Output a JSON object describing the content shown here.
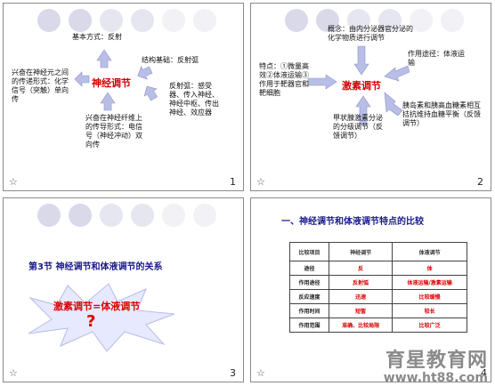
{
  "slide1": {
    "center": "神经调节",
    "basic_mode": "基本方式：反射",
    "structure_basis": "结构基础：反射弧",
    "reflex_arc": "反射弧：感受器、传入神经、神经中枢、传出神经、效应器",
    "left_text": "兴奋在神经元之间的传递形式：化学信号（突触）单向传",
    "bottom_text": "兴奋在神经纤维上的传导形式：电信号（神经冲动）双向传",
    "number": "1"
  },
  "slide2": {
    "center": "激素调节",
    "top_text": "概念：由内分泌器官分泌的化学物质进行调节",
    "right_top_text": "作用途径：体液运输",
    "left_text": "特点：①微量高效②体液运输③作用于靶器官和靶细胞",
    "bottom_text": "甲状腺激素分泌的分级调节（反馈调节）",
    "right_bottom_text": "胰岛素和胰高血糖素相互拮抗维持血糖平衡（反馈调节）",
    "number": "2"
  },
  "slide3": {
    "title": "第3节 神经调节和体液调节的关系",
    "burst_text": "激素调节=体液调节",
    "question_mark": "?",
    "number": "3"
  },
  "slide4": {
    "title": "一、神经调节和体液调节特点的比较",
    "table": {
      "headers": [
        "比较项目",
        "神经调节",
        "体液调节"
      ],
      "rows": [
        [
          "途径",
          "反",
          "体"
        ],
        [
          "作用途径",
          "反射弧",
          "体液运输/激素运输"
        ],
        [
          "反应速度",
          "迅速",
          "比较缓慢"
        ],
        [
          "作用时间",
          "短暂",
          "较长"
        ],
        [
          "作用范围",
          "准确、比较局限",
          "比较广泛"
        ]
      ]
    },
    "number": "4"
  },
  "watermark": {
    "brand": "育星教育网",
    "url": "www.ht88.com"
  },
  "colors": {
    "accent": "#d80000",
    "arrow": "#b9bee6",
    "circle": "#d9d9ea"
  }
}
